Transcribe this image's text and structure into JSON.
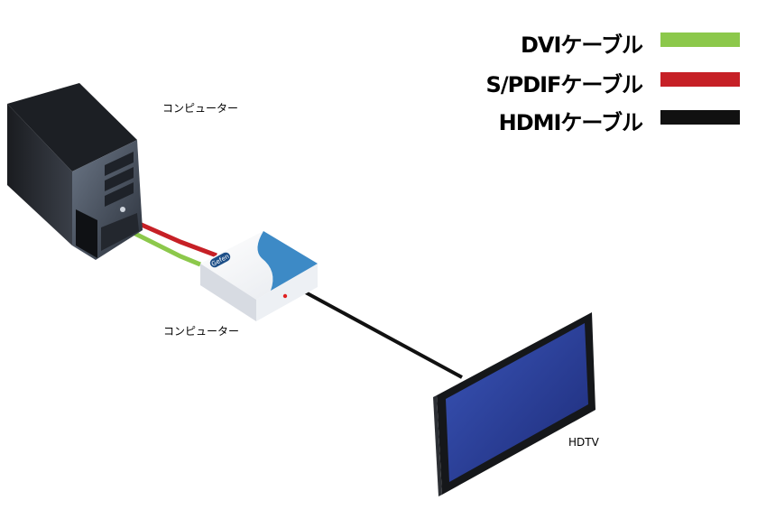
{
  "legend": [
    {
      "label": "DVIケーブル",
      "color": "#8cc84b"
    },
    {
      "label": "S/PDIFケーブル",
      "color": "#c62026"
    },
    {
      "label": "HDMIケーブル",
      "color": "#111111"
    }
  ],
  "nodes": {
    "computer": {
      "label": "コンピューター"
    },
    "converter": {
      "label": "コンピューター",
      "brand_badge": "Gefen"
    },
    "tv": {
      "label": "HDTV"
    }
  },
  "colors": {
    "dvi": "#8cc84b",
    "spdif": "#c62026",
    "hdmi": "#111111",
    "screen": "#2a3f9a",
    "converter_accent": "#3d8ac6"
  }
}
